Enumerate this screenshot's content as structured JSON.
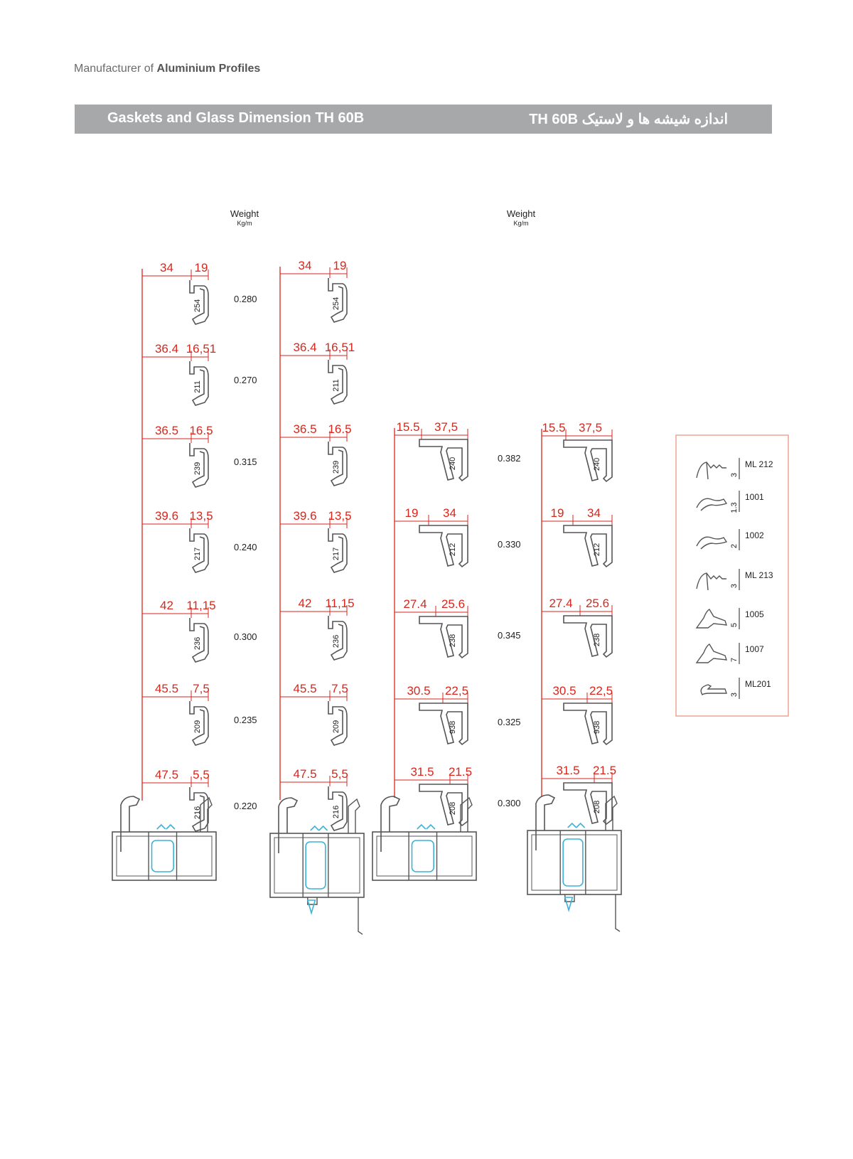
{
  "header": {
    "manufacturer_prefix": "Manufacturer of",
    "manufacturer_bold": "Aluminium Profiles"
  },
  "title_bar": {
    "title_en": "Gaskets and Glass Dimension TH 60B",
    "title_fa": "اندازه شیشه ها و لاستیک TH 60B"
  },
  "weight_header": {
    "label": "Weight",
    "unit": "Kg/m"
  },
  "colors": {
    "dimension": "#d9261c",
    "title_bar": "#a7a8aa",
    "glass_seal": "#3bb3d9",
    "gasket_box": "#e8a08a"
  },
  "left_group": {
    "rows": [
      {
        "dim_a": "34",
        "dim_b": "19",
        "code": "254",
        "weight": "0.280"
      },
      {
        "dim_a": "36.4",
        "dim_b": "16,51",
        "code": "211",
        "weight": "0.270"
      },
      {
        "dim_a": "36.5",
        "dim_b": "16.5",
        "code": "239",
        "weight": "0.315"
      },
      {
        "dim_a": "39.6",
        "dim_b": "13,5",
        "code": "217",
        "weight": "0.240"
      },
      {
        "dim_a": "42",
        "dim_b": "11,15",
        "code": "236",
        "weight": "0.300"
      },
      {
        "dim_a": "45.5",
        "dim_b": "7,5",
        "code": "209",
        "weight": "0.235"
      },
      {
        "dim_a": "47.5",
        "dim_b": "5,5",
        "code": "216",
        "weight": "0.220"
      }
    ]
  },
  "right_group": {
    "rows": [
      {
        "dim_a": "15.5",
        "dim_b": "37,5",
        "code": "240",
        "weight": "0.382"
      },
      {
        "dim_a": "19",
        "dim_b": "34",
        "code": "212",
        "weight": "0.330"
      },
      {
        "dim_a": "27.4",
        "dim_b": "25.6",
        "code": "238",
        "weight": "0.345"
      },
      {
        "dim_a": "30.5",
        "dim_b": "22,5",
        "code": "938",
        "weight": "0.325"
      },
      {
        "dim_a": "31.5",
        "dim_b": "21.5",
        "code": "208",
        "weight": "0.300"
      }
    ]
  },
  "gaskets": [
    {
      "code": "ML 212",
      "size": "3"
    },
    {
      "code": "1001",
      "size": "1.3"
    },
    {
      "code": "1002",
      "size": "2"
    },
    {
      "code": "ML 213",
      "size": "3"
    },
    {
      "code": "1005",
      "size": "5"
    },
    {
      "code": "1007",
      "size": "7"
    },
    {
      "code": "ML201",
      "size": "3"
    }
  ]
}
